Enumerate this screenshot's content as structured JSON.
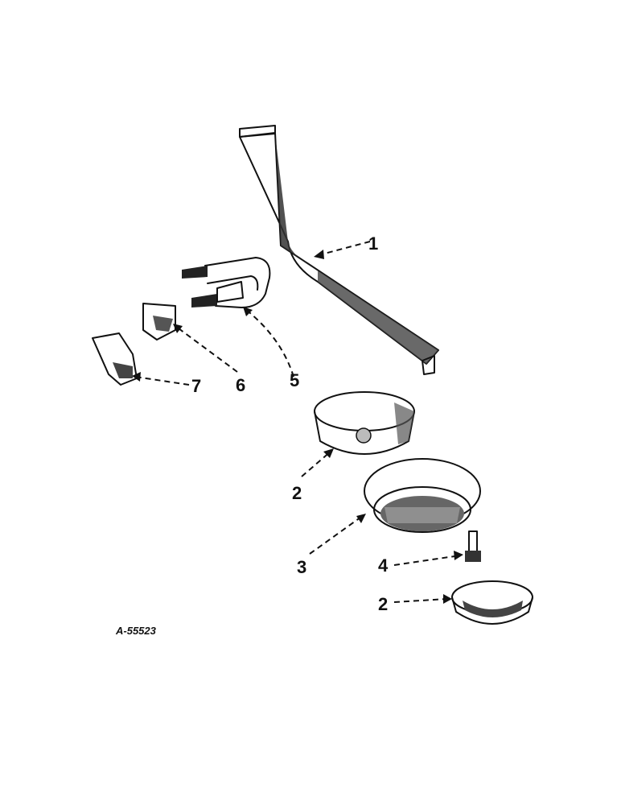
{
  "callouts": {
    "c1": "1",
    "c2a": "2",
    "c3": "3",
    "c4": "4",
    "c2b": "2",
    "c5": "5",
    "c6": "6",
    "c7": "7"
  },
  "reference": "A-55523"
}
